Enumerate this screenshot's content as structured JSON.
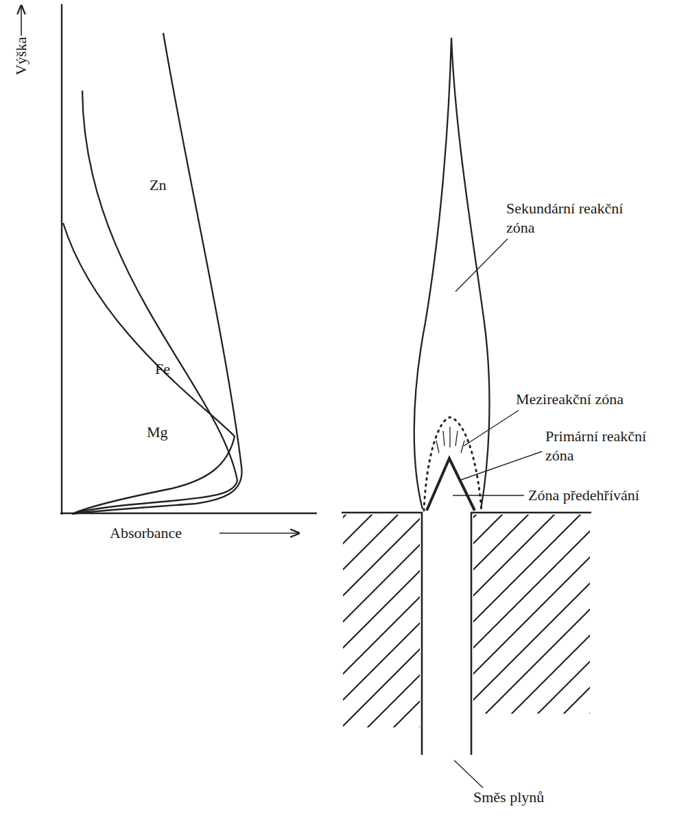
{
  "diagram": {
    "labels": [
      "Výška",
      "Zn",
      "Fe",
      "Mg",
      "Absorbance",
      "Sekundární reakční zóna",
      "Mezireakční zóna",
      "Primární reakční zóna",
      "Zóna předehřívání",
      "Směs plynů"
    ]
  }
}
